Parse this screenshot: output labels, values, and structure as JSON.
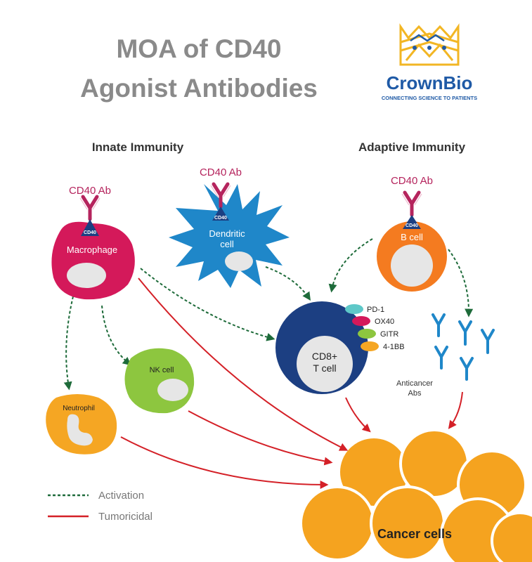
{
  "title": {
    "line1": "MOA of CD40",
    "line2": "Agonist Antibodies"
  },
  "logo": {
    "name": "CrownBio",
    "tagline": "CONNECTING SCIENCE TO PATIENTS"
  },
  "sections": {
    "innate": "Innate Immunity",
    "adaptive": "Adaptive Immunity"
  },
  "antibody": {
    "macrophage_label": "CD40 Ab",
    "dendritic_label": "CD40 Ab",
    "bcell_label": "CD40 Ab",
    "receptor_label": "CD40"
  },
  "cells": {
    "macrophage": "Macrophage",
    "dendritic_line1": "Dendritic",
    "dendritic_line2": "cell",
    "bcell": "B cell",
    "tcell_line1": "CD8+",
    "tcell_line2": "T cell",
    "nk": "NK cell",
    "neutrophil": "Neutrophil",
    "cancer": "Cancer cells",
    "antibodies_line1": "Anticancer",
    "antibodies_line2": "Abs"
  },
  "checkpoints": [
    "PD-1",
    "OX40",
    "GITR",
    "4-1BB"
  ],
  "legend": {
    "activation": "Activation",
    "tumoricidal": "Tumoricidal"
  },
  "colors": {
    "title_gray": "#8a8a8a",
    "macrophage": "#d4195a",
    "dendritic": "#1f87c9",
    "bcell": "#f47b20",
    "tcell": "#1c3f82",
    "nk": "#8dc63f",
    "neutrophil": "#f5a623",
    "cancer": "#f5a31f",
    "activation_arrow": "#1e6b3a",
    "tumoricidal_arrow": "#d42027",
    "antibody_magenta": "#b5245d",
    "logo_blue": "#1f5aa6",
    "logo_gold": "#f2b624",
    "pd1": "#5ec8c8",
    "ox40": "#d4195a",
    "gitr": "#8dc63f",
    "four_1bb": "#f5a623"
  }
}
